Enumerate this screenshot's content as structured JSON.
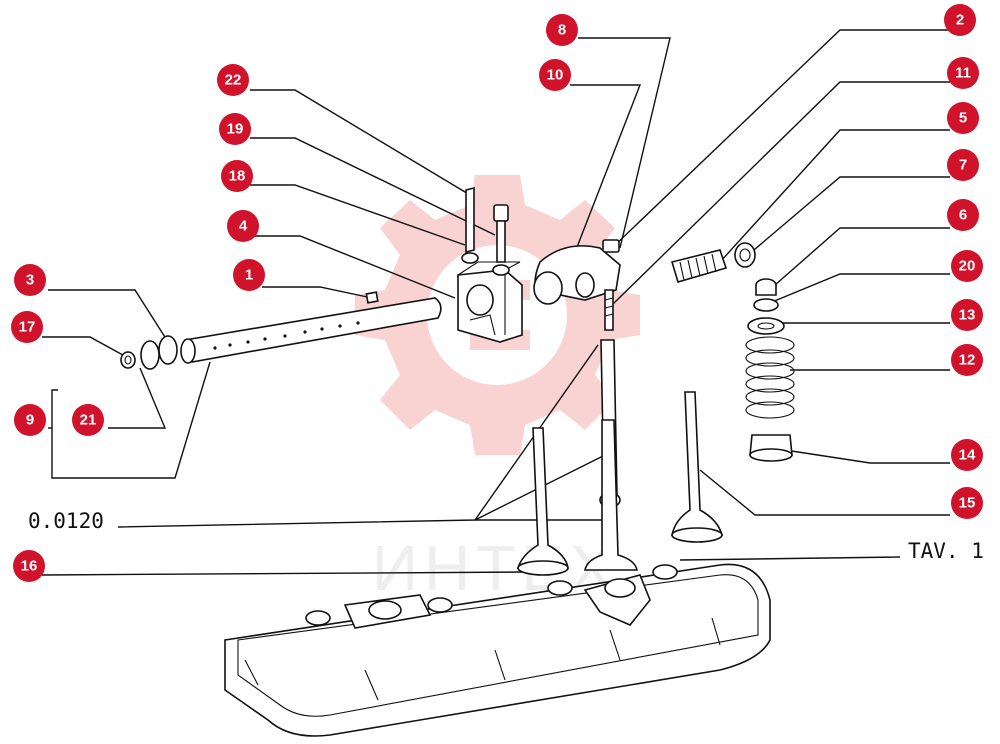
{
  "diagram": {
    "code_label": "0.0120",
    "table_label": "TAV. 1",
    "watermark_text": "ИНТЕХ",
    "badge_color": "#d0122b",
    "callouts": [
      "1",
      "2",
      "3",
      "4",
      "5",
      "6",
      "7",
      "8",
      "9",
      "10",
      "11",
      "12",
      "13",
      "14",
      "15",
      "16",
      "17",
      "18",
      "19",
      "20",
      "21",
      "22"
    ]
  }
}
